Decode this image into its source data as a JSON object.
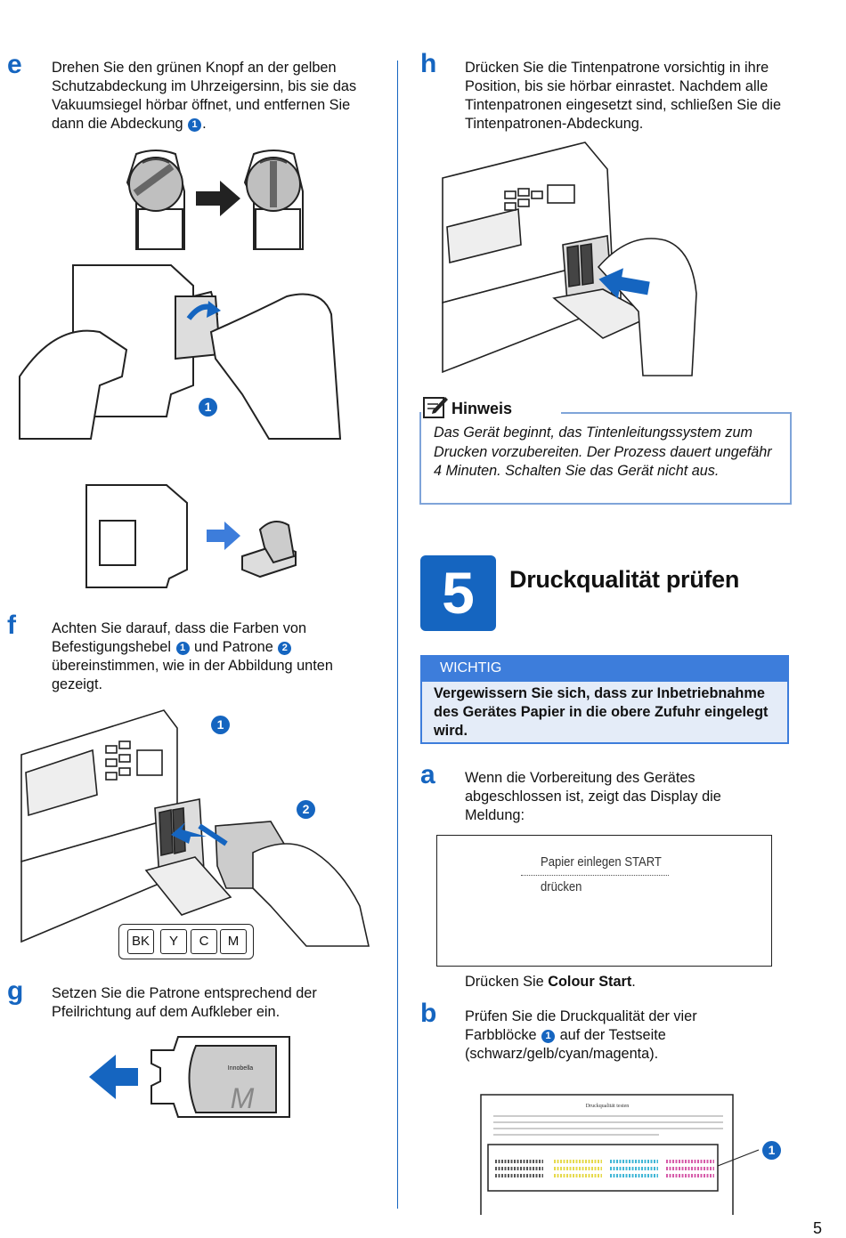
{
  "page_number": "5",
  "steps": {
    "e": {
      "letter": "e",
      "text_1": "Drehen Sie den grünen Knopf an der gelben Schutzabdeckung im Uhrzeigersinn, bis sie das Vakuumsiegel hörbar öffnet, und entfernen Sie dann die Abdeckung",
      "num": "1",
      "text_2": "."
    },
    "f": {
      "letter": "f",
      "text_1": "Achten Sie darauf, dass die Farben von Befestigungshebel",
      "num_1": "1",
      "text_2": "und Patrone",
      "num_2": "2",
      "text_3": "übereinstimmen, wie in der Abbildung unten gezeigt."
    },
    "g": {
      "letter": "g",
      "text": "Setzen Sie die Patrone entsprechend der Pfeilrichtung auf dem Aufkleber ein."
    },
    "h": {
      "letter": "h",
      "text": "Drücken Sie die Tintenpatrone vorsichtig in ihre Position, bis sie hörbar einrastet. Nachdem alle Tintenpatronen eingesetzt sind, schließen Sie die Tintenpatronen-Abdeckung."
    },
    "a": {
      "letter": "a",
      "text": "Wenn die Vorbereitung des Gerätes abgeschlossen ist, zeigt das Display die Meldung:",
      "after_text": "Drücken Sie",
      "after_bold": "Colour Start",
      "after_end": "."
    },
    "b": {
      "letter": "b",
      "text_1": "Prüfen Sie die Druckqualität der vier Farbblöcke",
      "num": "1",
      "text_2": "auf der Testseite (schwarz/gelb/cyan/magenta)."
    }
  },
  "callouts": {
    "e_fig": "1",
    "f_fig_1": "1",
    "f_fig_2": "2",
    "b_fig": "1"
  },
  "color_labels": [
    "BK",
    "Y",
    "C",
    "M"
  ],
  "cartridge_label": {
    "brand": "Innobella",
    "letter": "M"
  },
  "hinweis": {
    "title": "Hinweis",
    "text": "Das Gerät beginnt, das Tintenleitungssystem zum Drucken vorzubereiten. Der Prozess dauert ungefähr 4 Minuten. Schalten Sie das Gerät nicht aus."
  },
  "section": {
    "number": "5",
    "title": "Druckqualität prüfen"
  },
  "wichtig": {
    "label": "WICHTIG",
    "text": "Vergewissern Sie sich, dass zur Inbetriebnahme des Gerätes Papier in die obere Zufuhr eingelegt wird."
  },
  "lcd": {
    "line_1": "Papier einlegen START",
    "line_2": "drücken"
  },
  "test_sheet": {
    "title": "Druckqualität testen"
  },
  "colors": {
    "accent": "#1565c0",
    "box_border": "#7fa4d9",
    "wichtig_header": "#3d7ddb",
    "wichtig_bg": "#e4ecf8"
  }
}
